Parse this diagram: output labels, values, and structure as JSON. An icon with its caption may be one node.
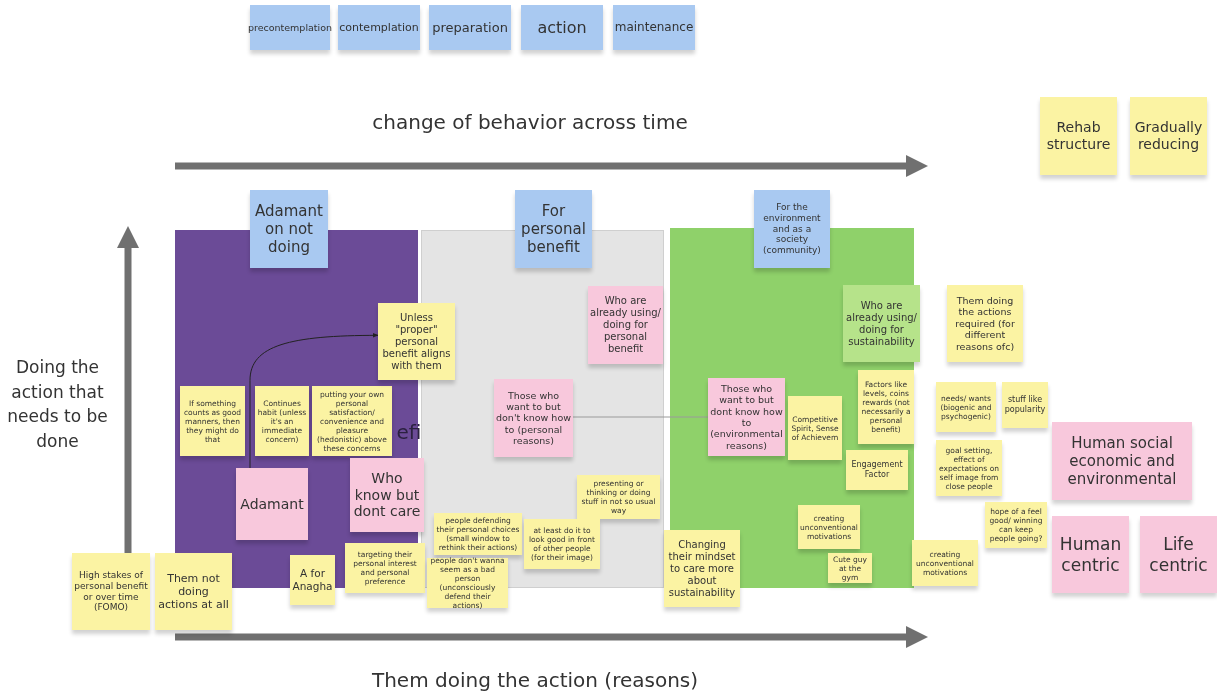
{
  "diagram": {
    "nodes": [
      {
        "text": [
          "precontemplation"
        ]
      },
      {
        "text": [
          "contemplation"
        ]
      },
      {
        "text": [
          "preparation"
        ]
      },
      {
        "text": [
          "action"
        ]
      },
      {
        "text": [
          "maintenance"
        ]
      },
      {
        "text": [
          "Rehab structure"
        ]
      },
      {
        "text": [
          "Gradually reducing"
        ]
      },
      {
        "text": [
          "Adamant on not doing"
        ]
      },
      {
        "text": [
          "For personal benefit"
        ]
      },
      {
        "text": [
          "For the environment and as a society (community)"
        ]
      },
      {
        "text": [],
        "shape": "box"
      },
      {
        "text": [],
        "shape": "box"
      },
      {
        "text": [],
        "shape": "box"
      },
      {
        "text": [
          "Unless \"proper\" personal benefit aligns with them"
        ]
      },
      {
        "text": [
          "Who are already using/ doing for personal benefit"
        ],
        "in": 11
      },
      {
        "text": [
          "Who are already using/ doing for sustainability"
        ]
      },
      {
        "text": [
          "Them doing the actions required (for different reasons ofc)"
        ]
      },
      {
        "text": [
          "Those who want to but don't know how to (personal reasons)"
        ],
        "in": 11
      },
      {
        "text": [
          "Those who want to but dont know how to (environmental reasons)"
        ],
        "in": 12
      },
      {
        "text": [
          "If something counts as good manners, then they might do that"
        ],
        "in": 10
      },
      {
        "text": [
          "Continues habit (unless it's an immediate concern)"
        ],
        "in": 10
      },
      {
        "text": [
          "putting your own personal satisfaction/ convenience and pleasure (hedonistic) above these concerns"
        ],
        "in": 10
      },
      {
        "text": [
          "Who know but dont care"
        ]
      },
      {
        "text": [
          "Competitive Spirit, Sense of Achievem"
        ],
        "in": 12
      },
      {
        "text": [
          "Factors like levels, coins rewards (not necessarily a personal benefit)"
        ],
        "in": 12
      },
      {
        "text": [
          "Engagement Factor"
        ],
        "in": 12
      },
      {
        "text": [
          "needs/ wants (biogenic and psychogenic)"
        ]
      },
      {
        "text": [
          "stuff like popularity"
        ]
      },
      {
        "text": [
          "goal setting, effect of expectations on self image from close people"
        ]
      },
      {
        "text": [
          "hope of a feel good/ winning can keep people going?"
        ]
      },
      {
        "text": [
          "Human social economic and environmental"
        ]
      },
      {
        "text": [
          "presenting or thinking or doing stuff in not so usual way"
        ],
        "in": 11
      },
      {
        "text": [
          "Adamant"
        ],
        "in": 10
      },
      {
        "text": [
          "people defending their personal choices (small window to rethink their actions)"
        ],
        "in": 11
      },
      {
        "text": [
          "at least do it to look good in front of other people (for their image)"
        ],
        "in": 11
      },
      {
        "text": [
          "creating unconventional motivations"
        ],
        "in": 12
      },
      {
        "text": [
          "Cute guy at the gym"
        ],
        "in": 12
      },
      {
        "text": [
          "Changing their mindset to care more about sustainability"
        ]
      },
      {
        "text": [
          "creating unconventional motivations"
        ]
      },
      {
        "text": [
          "Human centric"
        ]
      },
      {
        "text": [
          "Life centric"
        ]
      },
      {
        "text": [
          "High stakes of personal benefit or over time (FOMO)"
        ]
      },
      {
        "text": [
          "Them not doing actions at all"
        ]
      },
      {
        "text": [
          "targeting their personal interest and personal preference"
        ]
      },
      {
        "text": [
          "A for Anagha"
        ]
      },
      {
        "text": [
          "people don't wanna seem as a bad person (unconsciously defend their actions)"
        ]
      }
    ],
    "edges": [
      {
        "from": 32,
        "to": 13,
        "arrow": "to"
      },
      {
        "from": 17,
        "to": 18,
        "arrow": "none",
        "color": "#9a9a9a"
      }
    ],
    "labels": [
      "change of behavior across time",
      "Doing the action that needs to be done",
      "efi",
      "Them doing the action (reasons)"
    ]
  }
}
